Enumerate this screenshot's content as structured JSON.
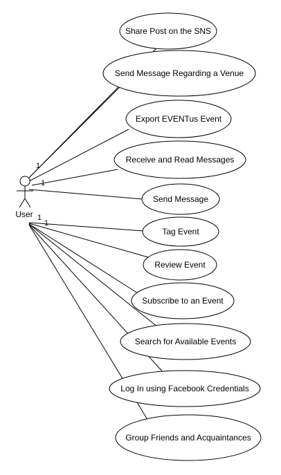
{
  "actor": {
    "name": "User"
  },
  "multiplicities": [
    "1",
    "1",
    "1",
    "1"
  ],
  "use_cases": [
    {
      "id": "share-post",
      "label": "Share Post on the SNS"
    },
    {
      "id": "send-message-venue",
      "label": "Send Message Regarding a Venue"
    },
    {
      "id": "export-event",
      "label": "Export EVENTus Event"
    },
    {
      "id": "receive-read-messages",
      "label": "Receive and Read Messages"
    },
    {
      "id": "send-message",
      "label": "Send Message"
    },
    {
      "id": "tag-event",
      "label": "Tag Event"
    },
    {
      "id": "review-event",
      "label": "Review Event"
    },
    {
      "id": "subscribe-event",
      "label": "Subscribe to an Event"
    },
    {
      "id": "search-events",
      "label": "Search for Available Events"
    },
    {
      "id": "login-facebook",
      "label": "Log In using Facebook Credentials"
    },
    {
      "id": "group-friends",
      "label": "Group Friends and Acquaintances"
    }
  ]
}
